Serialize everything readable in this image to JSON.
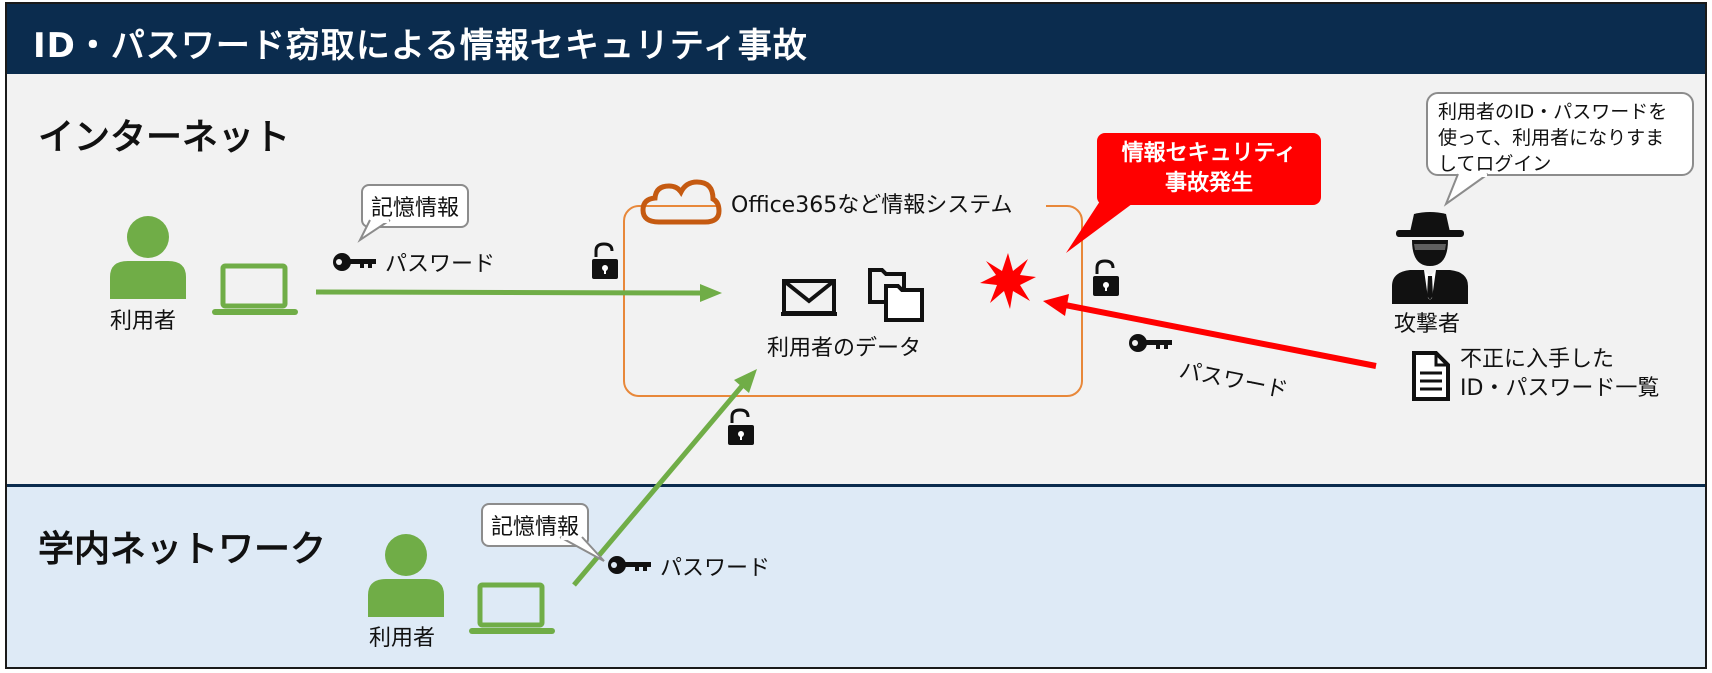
{
  "title": "ID・パスワード窃取による情報セキュリティ事故",
  "zones": {
    "internet": "インターネット",
    "campus": "学内ネットワーク"
  },
  "internet_user": {
    "label": "利用者",
    "memory_callout": "記憶情報",
    "password_label": "パスワード"
  },
  "campus_user": {
    "label": "利用者",
    "memory_callout": "記憶情報",
    "password_label": "パスワード"
  },
  "system": {
    "label": "Office365など情報システム",
    "data_label": "利用者のデータ"
  },
  "incident": {
    "line1": "情報セキュリティ",
    "line2": "事故発生"
  },
  "attacker": {
    "label": "攻撃者",
    "speech_line1": "利用者のID・パスワードを",
    "speech_line2": "使って、利用者になりすま",
    "speech_line3": "してログイン",
    "password_label": "パスワード",
    "stolen_list_line1": "不正に入手した",
    "stolen_list_line2": "ID・パスワード一覧"
  },
  "colors": {
    "header": "#0b2c4e",
    "internet_bg": "#f2f2f2",
    "campus_bg": "#deeaf6",
    "user_icon": "#70ad47",
    "legit_arrow": "#70ad47",
    "attack_arrow": "#ff0000",
    "system_border": "#e8883a",
    "incident": "#ff0000"
  }
}
